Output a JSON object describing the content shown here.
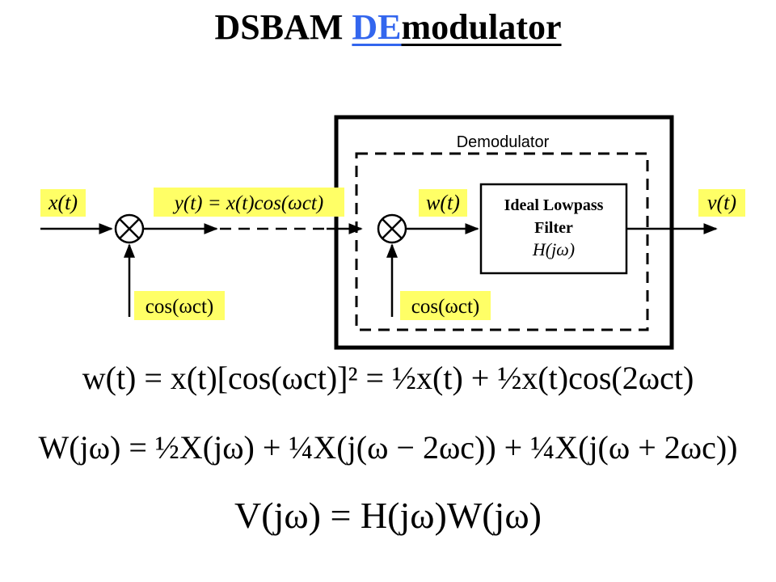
{
  "title": {
    "part1": "DSBAM ",
    "part2": "DE",
    "part3": "modulator"
  },
  "colors": {
    "highlight": "#ffff66",
    "accent": "#3366ee"
  },
  "diagram": {
    "demodulator_label": "Demodulator",
    "filter": {
      "line1": "Ideal Lowpass",
      "line2": "Filter",
      "line3": "H(jω)"
    },
    "signals": {
      "input": "x(t)",
      "transmitted": "y(t) = x(t)cos(ωct)",
      "mixer1_carrier": "cos(ωct)",
      "mixer2_carrier": "cos(ωct)",
      "mixer2_output": "w(t)",
      "output": "v(t)"
    },
    "icons": [
      "multiplier-icon",
      "multiplier-icon"
    ]
  },
  "equations": {
    "w": "w(t) = x(t)[cos(ωct)]² = ½x(t) + ½x(t)cos(2ωct)",
    "W": "W(jω) = ½X(jω) + ¼X(j(ω − 2ωc)) + ¼X(j(ω + 2ωc))",
    "V": "V(jω) = H(jω)W(jω)"
  }
}
